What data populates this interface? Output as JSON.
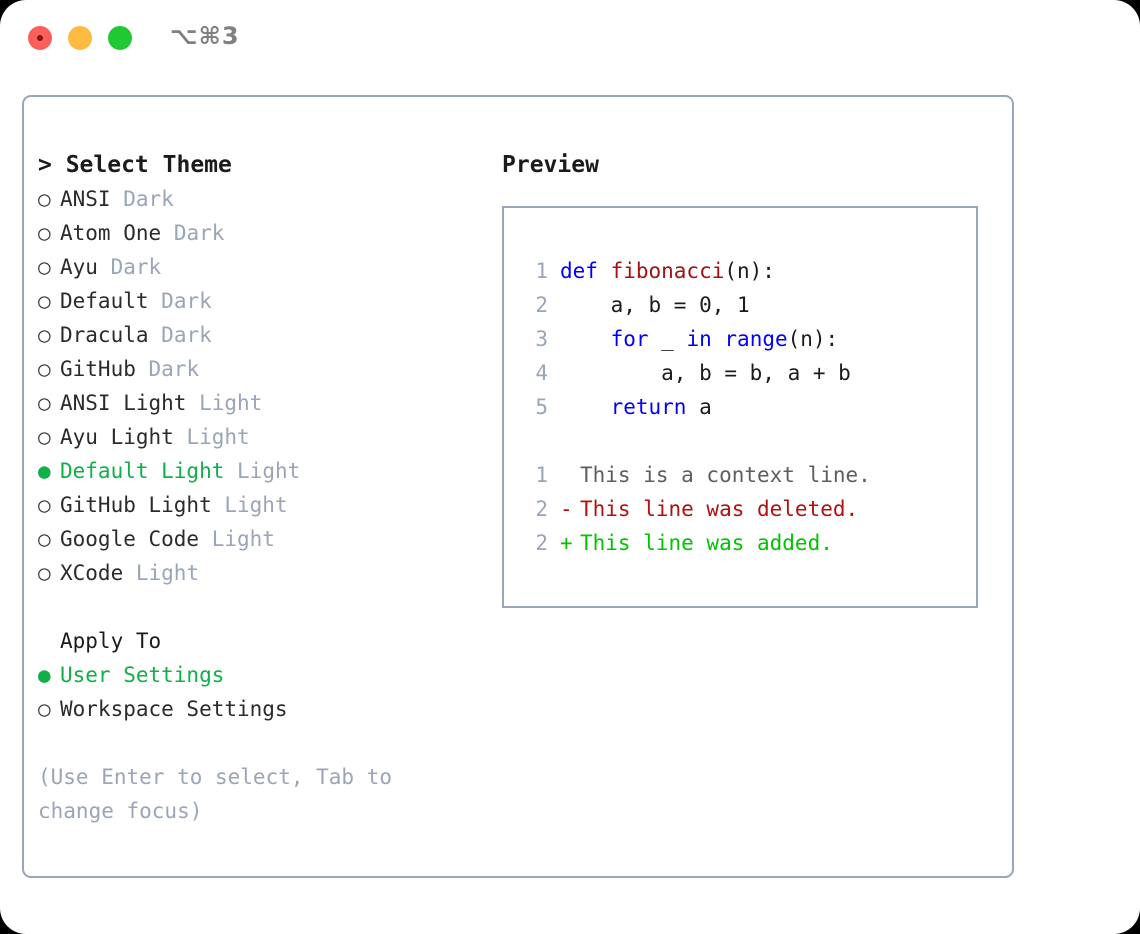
{
  "window": {
    "shortcut": "⌥⌘3",
    "traffic_lights": [
      {
        "name": "close",
        "color": "#fc6058"
      },
      {
        "name": "minimize",
        "color": "#fdbc40"
      },
      {
        "name": "maximize",
        "color": "#20c933"
      }
    ]
  },
  "colors": {
    "accent_green": "#11af48",
    "border": "#9aa5b8",
    "muted": "#9aa5b8",
    "keyword": "#0000ff",
    "function": "#a01313",
    "diff_added": "#00c400",
    "diff_deleted": "#b01111",
    "diff_context": "#5e5e5e"
  },
  "theme_picker": {
    "header": "> Select Theme",
    "header_prefix": ">",
    "marker_selected": "●",
    "marker_unselected": "○",
    "items": [
      {
        "marker": "○",
        "name": "ANSI",
        "tag": "Dark",
        "selected": false
      },
      {
        "marker": "○",
        "name": "Atom One",
        "tag": "Dark",
        "selected": false
      },
      {
        "marker": "○",
        "name": "Ayu",
        "tag": "Dark",
        "selected": false
      },
      {
        "marker": "○",
        "name": "Default",
        "tag": "Dark",
        "selected": false
      },
      {
        "marker": "○",
        "name": "Dracula",
        "tag": "Dark",
        "selected": false
      },
      {
        "marker": "○",
        "name": "GitHub",
        "tag": "Dark",
        "selected": false
      },
      {
        "marker": "○",
        "name": "ANSI Light",
        "tag": "Light",
        "selected": false
      },
      {
        "marker": "○",
        "name": "Ayu Light",
        "tag": "Light",
        "selected": false
      },
      {
        "marker": "●",
        "name": "Default Light",
        "tag": "Light",
        "selected": true
      },
      {
        "marker": "○",
        "name": "GitHub Light",
        "tag": "Light",
        "selected": false
      },
      {
        "marker": "○",
        "name": "Google Code",
        "tag": "Light",
        "selected": false
      },
      {
        "marker": "○",
        "name": "XCode",
        "tag": "Light",
        "selected": false
      }
    ]
  },
  "apply_to": {
    "header": "Apply To",
    "items": [
      {
        "marker": "●",
        "label": "User Settings",
        "selected": true
      },
      {
        "marker": "○",
        "label": "Workspace Settings",
        "selected": false
      }
    ]
  },
  "hint": "(Use Enter to select, Tab to change focus)",
  "preview": {
    "header": "Preview",
    "code_lines": [
      {
        "no": "1",
        "tokens": [
          {
            "t": "def ",
            "c": "kw"
          },
          {
            "t": "fibonacci",
            "c": "fn"
          },
          {
            "t": "(n):",
            "c": "pl"
          }
        ]
      },
      {
        "no": "2",
        "tokens": [
          {
            "t": "    a, b = 0, 1",
            "c": "pl"
          }
        ]
      },
      {
        "no": "3",
        "tokens": [
          {
            "t": "    ",
            "c": "pl"
          },
          {
            "t": "for",
            "c": "kw"
          },
          {
            "t": " _ ",
            "c": "pl"
          },
          {
            "t": "in",
            "c": "kw"
          },
          {
            "t": " ",
            "c": "pl"
          },
          {
            "t": "range",
            "c": "kw"
          },
          {
            "t": "(n):",
            "c": "pl"
          }
        ]
      },
      {
        "no": "4",
        "tokens": [
          {
            "t": "        a, b = b, a + b",
            "c": "pl"
          }
        ]
      },
      {
        "no": "5",
        "tokens": [
          {
            "t": "    ",
            "c": "pl"
          },
          {
            "t": "return",
            "c": "kw"
          },
          {
            "t": " a",
            "c": "pl"
          }
        ]
      }
    ],
    "diff_lines": [
      {
        "no": "1",
        "sign": " ",
        "text": "This is a context line.",
        "kind": "context"
      },
      {
        "no": "2",
        "sign": "-",
        "text": "This line was deleted.",
        "kind": "deleted"
      },
      {
        "no": "2",
        "sign": "+",
        "text": "This line was added.",
        "kind": "added"
      }
    ]
  }
}
